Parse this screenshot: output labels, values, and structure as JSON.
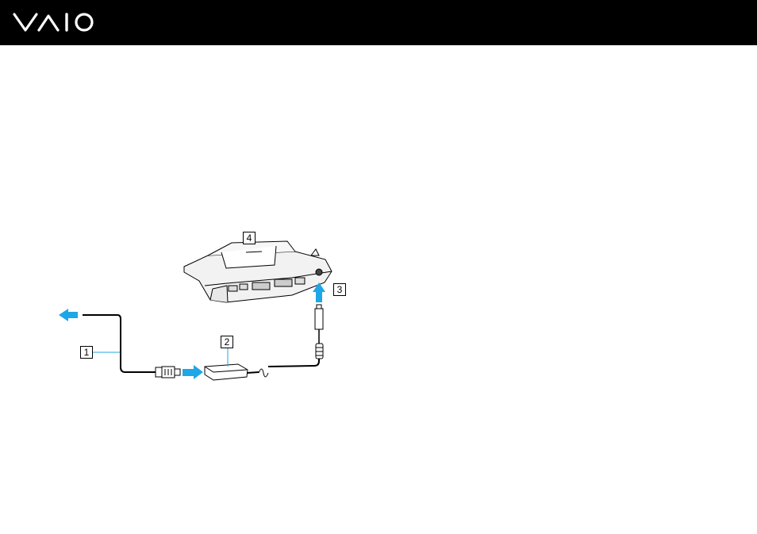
{
  "header": {
    "logo": "VAIO",
    "logo_icon": "vaio-logo-icon",
    "background_color": "#000000"
  },
  "figure": {
    "callouts": [
      {
        "number": "1"
      },
      {
        "number": "2"
      },
      {
        "number": "3"
      },
      {
        "number": "4"
      }
    ],
    "arrow_color": "#1ea7e6",
    "icons": [
      "docking-station-icon",
      "ac-adapter-icon",
      "power-cord-icon",
      "dc-plug-icon",
      "direction-arrow-icon"
    ]
  }
}
